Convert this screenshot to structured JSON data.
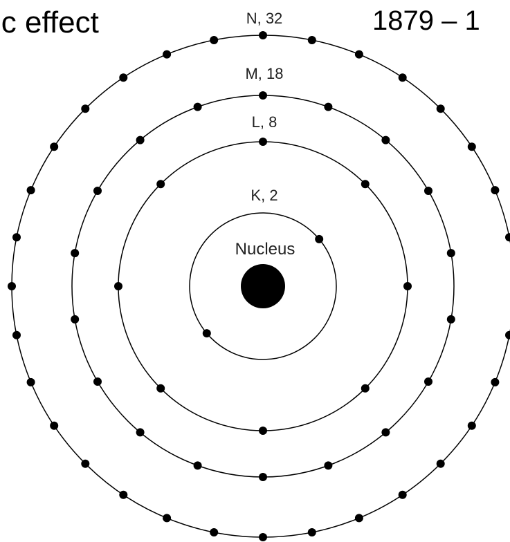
{
  "slide_fragments": {
    "left": "ic effect",
    "right": "1879 – 1"
  },
  "nucleus": {
    "label": "Nucleus"
  },
  "shells": [
    {
      "letter": "K",
      "electrons": 2,
      "label": "K, 2"
    },
    {
      "letter": "L",
      "electrons": 8,
      "label": "L, 8"
    },
    {
      "letter": "M",
      "electrons": 18,
      "label": "M, 18"
    },
    {
      "letter": "N",
      "electrons": 32,
      "label": "N, 32"
    }
  ],
  "colors": {
    "line": "#000000",
    "electron": "#000000",
    "nucleus": "#000000",
    "background": "#ffffff"
  }
}
